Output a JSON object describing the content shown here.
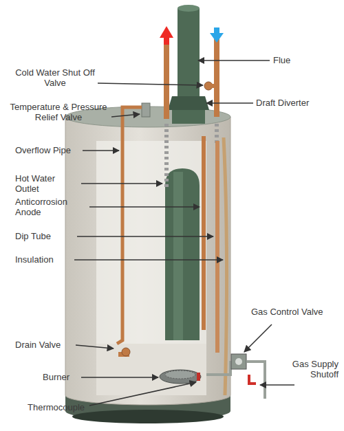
{
  "diagram": {
    "labels": [
      "Flue",
      "Cold Water Shut Off Valve",
      "Draft Diverter",
      "Temperature & Pressure Relief Valve",
      "Overflow Pipe",
      "Hot Water Outlet",
      "Anticorrosion Anode",
      "Dip Tube",
      "Insulation",
      "Gas Control Valve",
      "Drain Valve",
      "Burner",
      "Gas Supply Shutoff",
      "Thermocouple"
    ]
  }
}
